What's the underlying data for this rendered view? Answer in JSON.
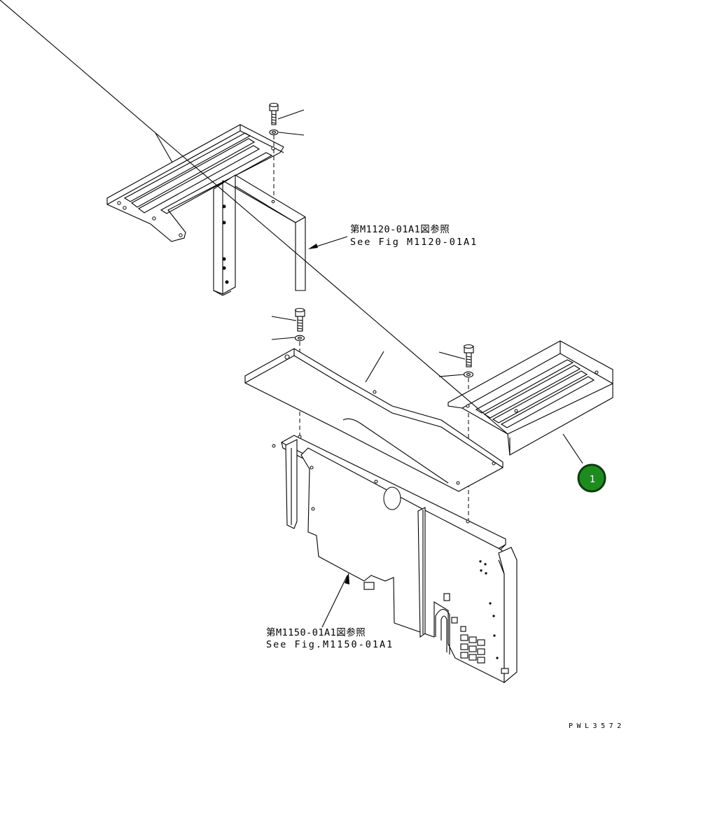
{
  "references": {
    "upper_ja": "第M1120-01A1図参照",
    "upper_en": "See Fig M1120-01A1",
    "lower_ja": "第M1150-01A1図参照",
    "lower_en": "See Fig.M1150-01A1"
  },
  "callout": {
    "number": "1",
    "color": "#1e8b1e"
  },
  "drawing_code": "PWL3572"
}
